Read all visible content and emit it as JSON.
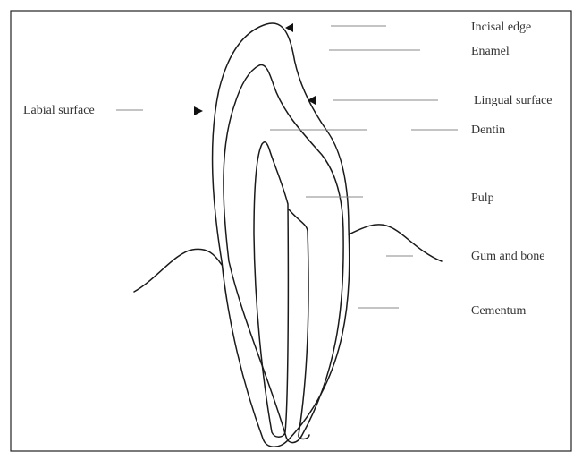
{
  "labels": {
    "incisal_edge": "Incisal edge",
    "enamel": "Enamel",
    "labial_surface": "Labial surface",
    "lingual_surface": "Lingual surface",
    "dentin": "Dentin",
    "pulp": "Pulp",
    "gum_and_bone": "Gum and bone",
    "cementum": "Cementum"
  },
  "colors": {
    "stroke": "#1a1a1a",
    "leader": "#888888",
    "text": "#333333",
    "background": "#ffffff"
  }
}
